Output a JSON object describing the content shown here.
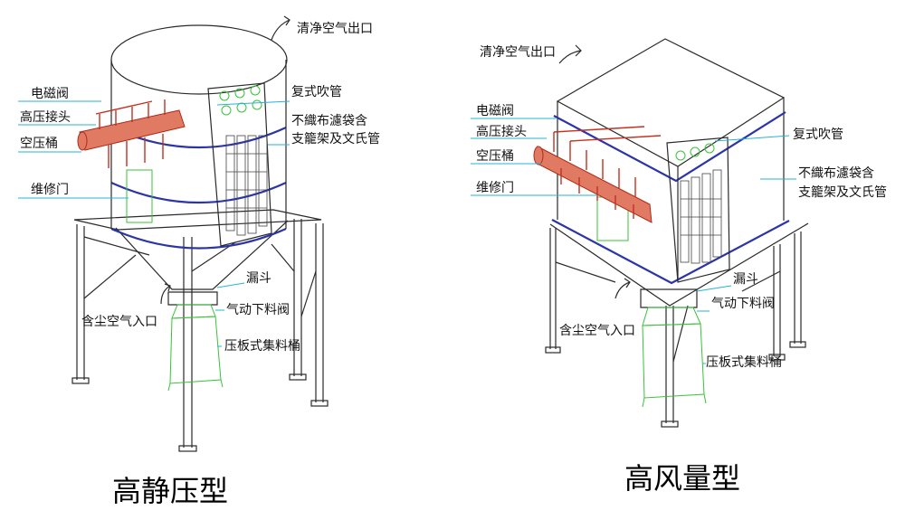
{
  "left": {
    "title": "高静压型",
    "labels": {
      "clean_outlet": "清净空气出口",
      "solenoid": "电磁阀",
      "hp_joint": "高压接头",
      "air_tank": "空压桶",
      "door": "维修门",
      "blow_pipe": "复式吹管",
      "bag_line1": "不織布濾袋含",
      "bag_line2": "支籠架及文氏管",
      "hopper": "漏斗",
      "valve": "气动下料阀",
      "dust_inlet": "含尘空气入口",
      "bin": "压板式集料桶"
    }
  },
  "right": {
    "title": "高风量型",
    "labels": {
      "clean_outlet": "清净空气出口",
      "solenoid": "电磁阀",
      "hp_joint": "高压接头",
      "air_tank": "空压桶",
      "door": "维修门",
      "blow_pipe": "复式吹管",
      "bag_line1": "不織布濾袋含",
      "bag_line2": "支籠架及文氏管",
      "hopper": "漏斗",
      "valve": "气动下料阀",
      "dust_inlet": "含尘空气入口",
      "bin": "压板式集料桶"
    }
  },
  "colors": {
    "frame_blue": "#2b34a8",
    "leader_cyan": "#26b4d6",
    "accent_green": "#39c23a",
    "valve_red": "#c4311f"
  }
}
